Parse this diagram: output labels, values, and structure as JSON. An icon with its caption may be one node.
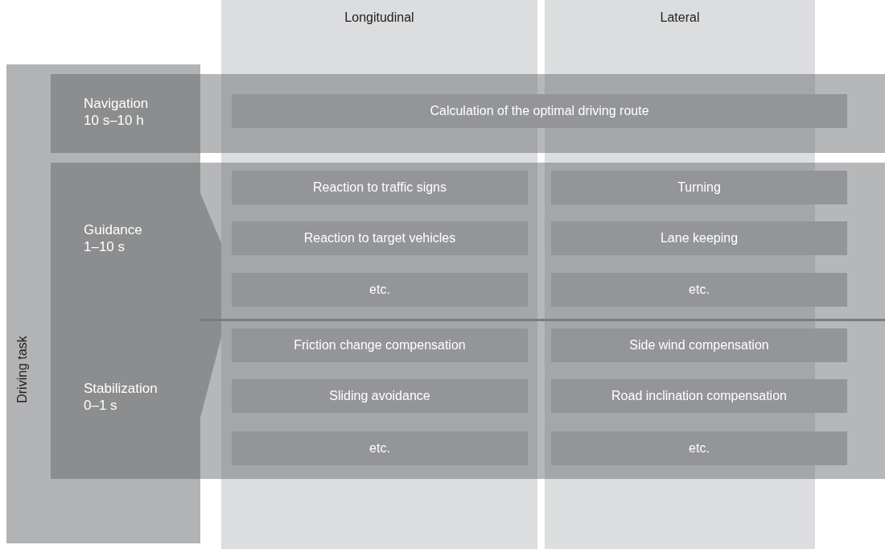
{
  "diagram": {
    "nodes": [
      {
        "text": [
          "Longitudinal"
        ]
      },
      {
        "text": [
          "Lateral"
        ]
      },
      {
        "text": [
          "Driving task"
        ]
      },
      {
        "text": [
          "Navigation",
          "10 s–10 h"
        ],
        "in": 2
      },
      {
        "text": [
          "Guidance",
          "1–10 s"
        ],
        "in": 2
      },
      {
        "text": [
          "Stabilization",
          "0–1 s"
        ],
        "in": 2
      },
      {
        "text": [
          "Calculation of the optimal driving route"
        ]
      },
      {
        "text": [
          "Reaction to traffic signs"
        ],
        "in": 0
      },
      {
        "text": [
          "Turning"
        ]
      },
      {
        "text": [
          "Reaction to target vehicles"
        ],
        "in": 0
      },
      {
        "text": [
          "Lane keeping"
        ]
      },
      {
        "text": [
          "etc."
        ],
        "in": 0
      },
      {
        "text": [
          "etc."
        ]
      },
      {
        "text": [
          "Friction change compensation"
        ],
        "in": 0
      },
      {
        "text": [
          "Side wind compensation"
        ]
      },
      {
        "text": [
          "Sliding avoidance"
        ],
        "in": 0
      },
      {
        "text": [
          "Road inclination compensation"
        ]
      },
      {
        "text": [
          "etc."
        ],
        "in": 0
      },
      {
        "text": [
          "etc."
        ]
      }
    ]
  }
}
